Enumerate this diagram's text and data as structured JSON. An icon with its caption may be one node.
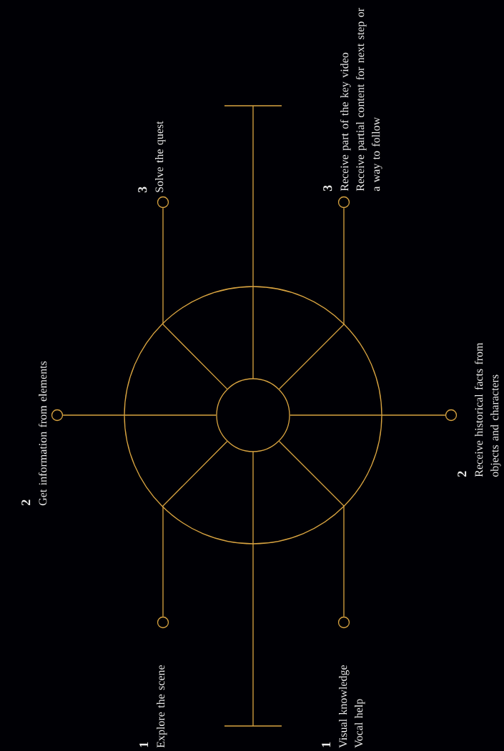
{
  "diagram": {
    "nodes": [
      {
        "text": [],
        "shape": "circle"
      },
      {
        "text": [],
        "shape": "circle",
        "beside": [
          "3",
          "Solve the quest"
        ]
      },
      {
        "text": [],
        "shape": "circle",
        "beside": [
          "3",
          "Receive part of the key video",
          "Receive partial content for next step or a way to follow"
        ]
      },
      {
        "text": [],
        "shape": "circle",
        "beside": [
          "2",
          "Get information from elements"
        ]
      },
      {
        "text": [],
        "shape": "circle",
        "beside": [
          "2",
          "Receive historical facts from objects and characters"
        ]
      },
      {
        "text": [],
        "shape": "circle",
        "beside": [
          "1",
          "Explore the scene"
        ]
      },
      {
        "text": [],
        "shape": "circle",
        "beside": [
          "1",
          "Visual knowledge",
          "Vocal help"
        ]
      }
    ],
    "edges": [
      {
        "from": 0,
        "to": 1,
        "arrow": "none"
      },
      {
        "from": 0,
        "to": 2,
        "arrow": "none"
      },
      {
        "from": 0,
        "to": 3,
        "arrow": "none"
      },
      {
        "from": 0,
        "to": 4,
        "arrow": "none"
      },
      {
        "from": 0,
        "to": 5,
        "arrow": "none"
      },
      {
        "from": 0,
        "to": 6,
        "arrow": "none"
      }
    ]
  }
}
